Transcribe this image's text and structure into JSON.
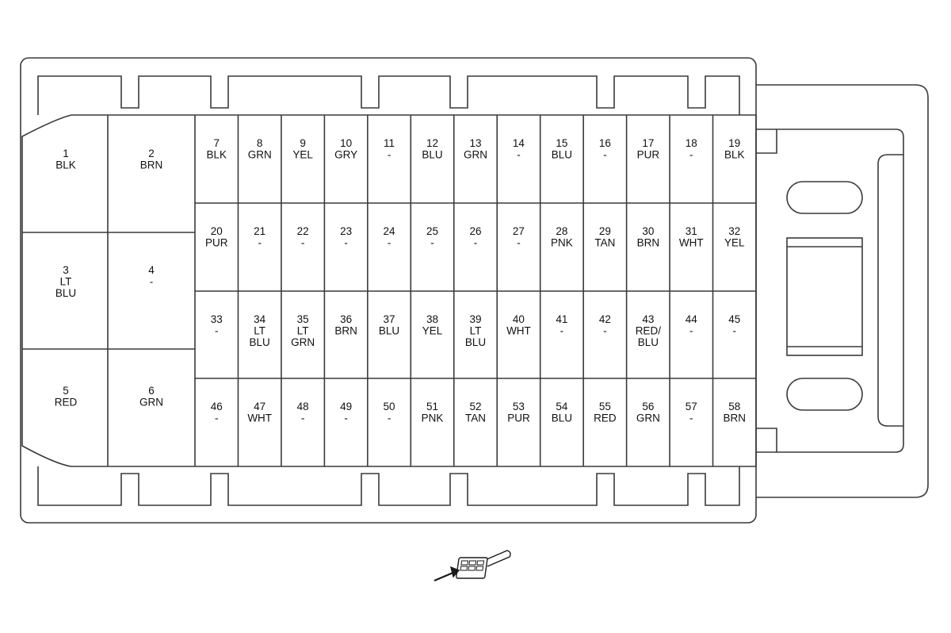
{
  "connector": {
    "pins": [
      {
        "num": "1",
        "color": [
          "BLK"
        ]
      },
      {
        "num": "2",
        "color": [
          "BRN"
        ]
      },
      {
        "num": "3",
        "color": [
          "LT",
          "BLU"
        ]
      },
      {
        "num": "4",
        "color": [
          "-"
        ]
      },
      {
        "num": "5",
        "color": [
          "RED"
        ]
      },
      {
        "num": "6",
        "color": [
          "GRN"
        ]
      },
      {
        "num": "7",
        "color": [
          "BLK"
        ]
      },
      {
        "num": "8",
        "color": [
          "GRN"
        ]
      },
      {
        "num": "9",
        "color": [
          "YEL"
        ]
      },
      {
        "num": "10",
        "color": [
          "GRY"
        ]
      },
      {
        "num": "11",
        "color": [
          "-"
        ]
      },
      {
        "num": "12",
        "color": [
          "BLU"
        ]
      },
      {
        "num": "13",
        "color": [
          "GRN"
        ]
      },
      {
        "num": "14",
        "color": [
          "-"
        ]
      },
      {
        "num": "15",
        "color": [
          "BLU"
        ]
      },
      {
        "num": "16",
        "color": [
          "-"
        ]
      },
      {
        "num": "17",
        "color": [
          "PUR"
        ]
      },
      {
        "num": "18",
        "color": [
          "-"
        ]
      },
      {
        "num": "19",
        "color": [
          "BLK"
        ]
      },
      {
        "num": "20",
        "color": [
          "PUR"
        ]
      },
      {
        "num": "21",
        "color": [
          "-"
        ]
      },
      {
        "num": "22",
        "color": [
          "-"
        ]
      },
      {
        "num": "23",
        "color": [
          "-"
        ]
      },
      {
        "num": "24",
        "color": [
          "-"
        ]
      },
      {
        "num": "25",
        "color": [
          "-"
        ]
      },
      {
        "num": "26",
        "color": [
          "-"
        ]
      },
      {
        "num": "27",
        "color": [
          "-"
        ]
      },
      {
        "num": "28",
        "color": [
          "PNK"
        ]
      },
      {
        "num": "29",
        "color": [
          "TAN"
        ]
      },
      {
        "num": "30",
        "color": [
          "BRN"
        ]
      },
      {
        "num": "31",
        "color": [
          "WHT"
        ]
      },
      {
        "num": "32",
        "color": [
          "YEL"
        ]
      },
      {
        "num": "33",
        "color": [
          "-"
        ]
      },
      {
        "num": "34",
        "color": [
          "LT",
          "BLU"
        ]
      },
      {
        "num": "35",
        "color": [
          "LT",
          "GRN"
        ]
      },
      {
        "num": "36",
        "color": [
          "BRN"
        ]
      },
      {
        "num": "37",
        "color": [
          "BLU"
        ]
      },
      {
        "num": "38",
        "color": [
          "YEL"
        ]
      },
      {
        "num": "39",
        "color": [
          "LT",
          "BLU"
        ]
      },
      {
        "num": "40",
        "color": [
          "WHT"
        ]
      },
      {
        "num": "41",
        "color": [
          "-"
        ]
      },
      {
        "num": "42",
        "color": [
          "-"
        ]
      },
      {
        "num": "43",
        "color": [
          "RED/",
          "BLU"
        ]
      },
      {
        "num": "44",
        "color": [
          "-"
        ]
      },
      {
        "num": "45",
        "color": [
          "-"
        ]
      },
      {
        "num": "46",
        "color": [
          "-"
        ]
      },
      {
        "num": "47",
        "color": [
          "WHT"
        ]
      },
      {
        "num": "48",
        "color": [
          "-"
        ]
      },
      {
        "num": "49",
        "color": [
          "-"
        ]
      },
      {
        "num": "50",
        "color": [
          "-"
        ]
      },
      {
        "num": "51",
        "color": [
          "PNK"
        ]
      },
      {
        "num": "52",
        "color": [
          "TAN"
        ]
      },
      {
        "num": "53",
        "color": [
          "PUR"
        ]
      },
      {
        "num": "54",
        "color": [
          "BLU"
        ]
      },
      {
        "num": "55",
        "color": [
          "RED"
        ]
      },
      {
        "num": "56",
        "color": [
          "GRN"
        ]
      },
      {
        "num": "57",
        "color": [
          "-"
        ]
      },
      {
        "num": "58",
        "color": [
          "BRN"
        ]
      }
    ]
  },
  "view_icon": "connector-view-icon",
  "line_color": "#3a3a3a"
}
